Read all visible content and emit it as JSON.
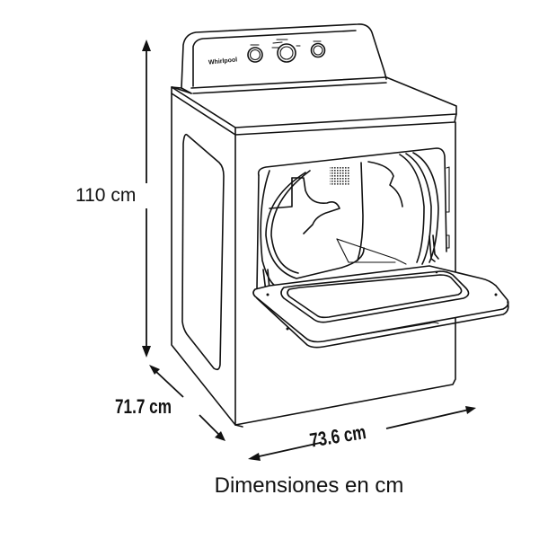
{
  "product": {
    "brand_logo_text": "Whirlpool",
    "type": "dryer",
    "view": "front-left perspective, door open"
  },
  "dimensions": {
    "height": {
      "value": 110,
      "unit": "cm",
      "label": "110 cm"
    },
    "depth": {
      "value": 71.7,
      "unit": "cm",
      "label": "71.7 cm"
    },
    "width": {
      "value": 73.6,
      "unit": "cm",
      "label": "73.6 cm"
    }
  },
  "caption": "Dimensiones en cm",
  "colors": {
    "line": "#111111",
    "background": "#ffffff"
  }
}
